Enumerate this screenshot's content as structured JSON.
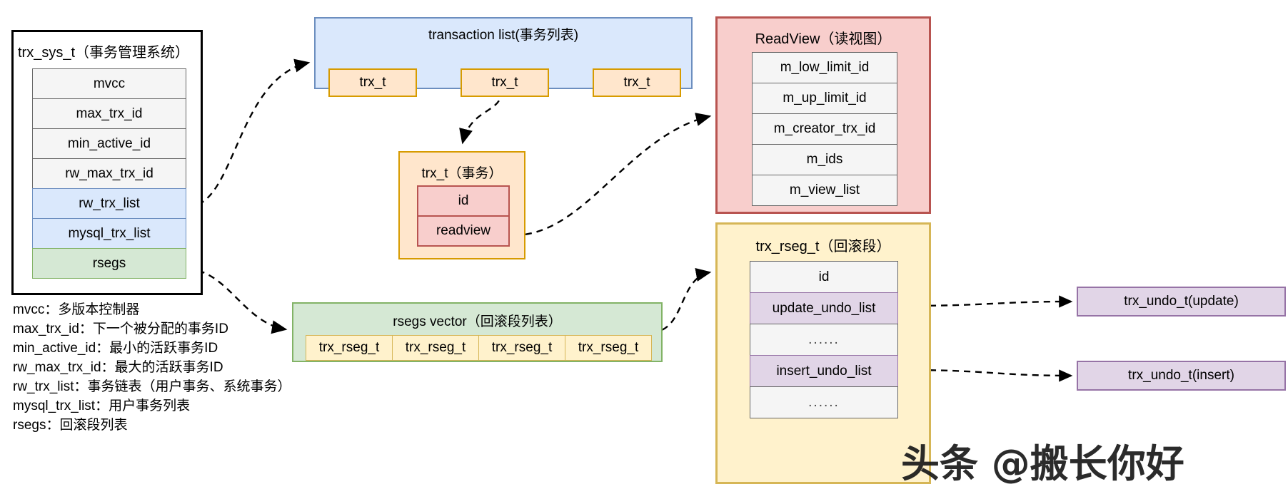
{
  "diagram": {
    "title": "InnoDB trx_sys_t structure diagram",
    "watermark": "头条 @搬长你好"
  },
  "trx_sys": {
    "title": "trx_sys_t（事务管理系统）",
    "fields": [
      {
        "label": "mvcc",
        "style": "grey"
      },
      {
        "label": "max_trx_id",
        "style": "grey"
      },
      {
        "label": "min_active_id",
        "style": "grey"
      },
      {
        "label": "rw_max_trx_id",
        "style": "grey"
      },
      {
        "label": "rw_trx_list",
        "style": "blue"
      },
      {
        "label": "mysql_trx_list",
        "style": "blue"
      },
      {
        "label": "rsegs",
        "style": "green"
      }
    ]
  },
  "legend": {
    "lines": [
      "mvcc：多版本控制器",
      "max_trx_id：下一个被分配的事务ID",
      "min_active_id：最小的活跃事务ID",
      "rw_max_trx_id：最大的活跃事务ID",
      "rw_trx_list：事务链表（用户事务、系统事务）",
      "mysql_trx_list：用户事务列表",
      "rsegs：回滚段列表"
    ]
  },
  "transaction_list": {
    "title": "transaction list(事务列表)",
    "nodes": [
      "trx_t",
      "trx_t",
      "trx_t"
    ]
  },
  "trx_t_detail": {
    "title": "trx_t（事务）",
    "fields": [
      {
        "label": "id"
      },
      {
        "label": "readview"
      }
    ]
  },
  "readview": {
    "title": "ReadView（读视图）",
    "fields": [
      {
        "label": "m_low_limit_id"
      },
      {
        "label": "m_up_limit_id"
      },
      {
        "label": "m_creator_trx_id"
      },
      {
        "label": "m_ids"
      },
      {
        "label": "m_view_list"
      }
    ]
  },
  "rsegs_vector": {
    "title": "rsegs vector（回滚段列表）",
    "cells": [
      "trx_rseg_t",
      "trx_rseg_t",
      "trx_rseg_t",
      "trx_rseg_t"
    ]
  },
  "trx_rseg": {
    "title": "trx_rseg_t（回滚段）",
    "fields": [
      {
        "label": "id",
        "style": "grey"
      },
      {
        "label": "update_undo_list",
        "style": "purple"
      },
      {
        "label": "......",
        "style": "grey"
      },
      {
        "label": "insert_undo_list",
        "style": "purple"
      },
      {
        "label": "......",
        "style": "grey"
      }
    ]
  },
  "undo_nodes": {
    "update": "trx_undo_t(update)",
    "insert": "trx_undo_t(insert)"
  },
  "colors": {
    "blue_fill": "#DAE8FC",
    "blue_stroke": "#6C8EBF",
    "orange_fill": "#FFE6CC",
    "orange_stroke": "#D79B00",
    "red_fill": "#F8CECC",
    "red_stroke": "#B85450",
    "green_fill": "#D5E8D4",
    "green_stroke": "#82B366",
    "yellow_fill": "#FFF2CC",
    "yellow_stroke": "#D6B656",
    "purple_fill": "#E1D5E7",
    "purple_stroke": "#9673A6",
    "grey_fill": "#F5F5F5",
    "grey_stroke": "#666666"
  }
}
